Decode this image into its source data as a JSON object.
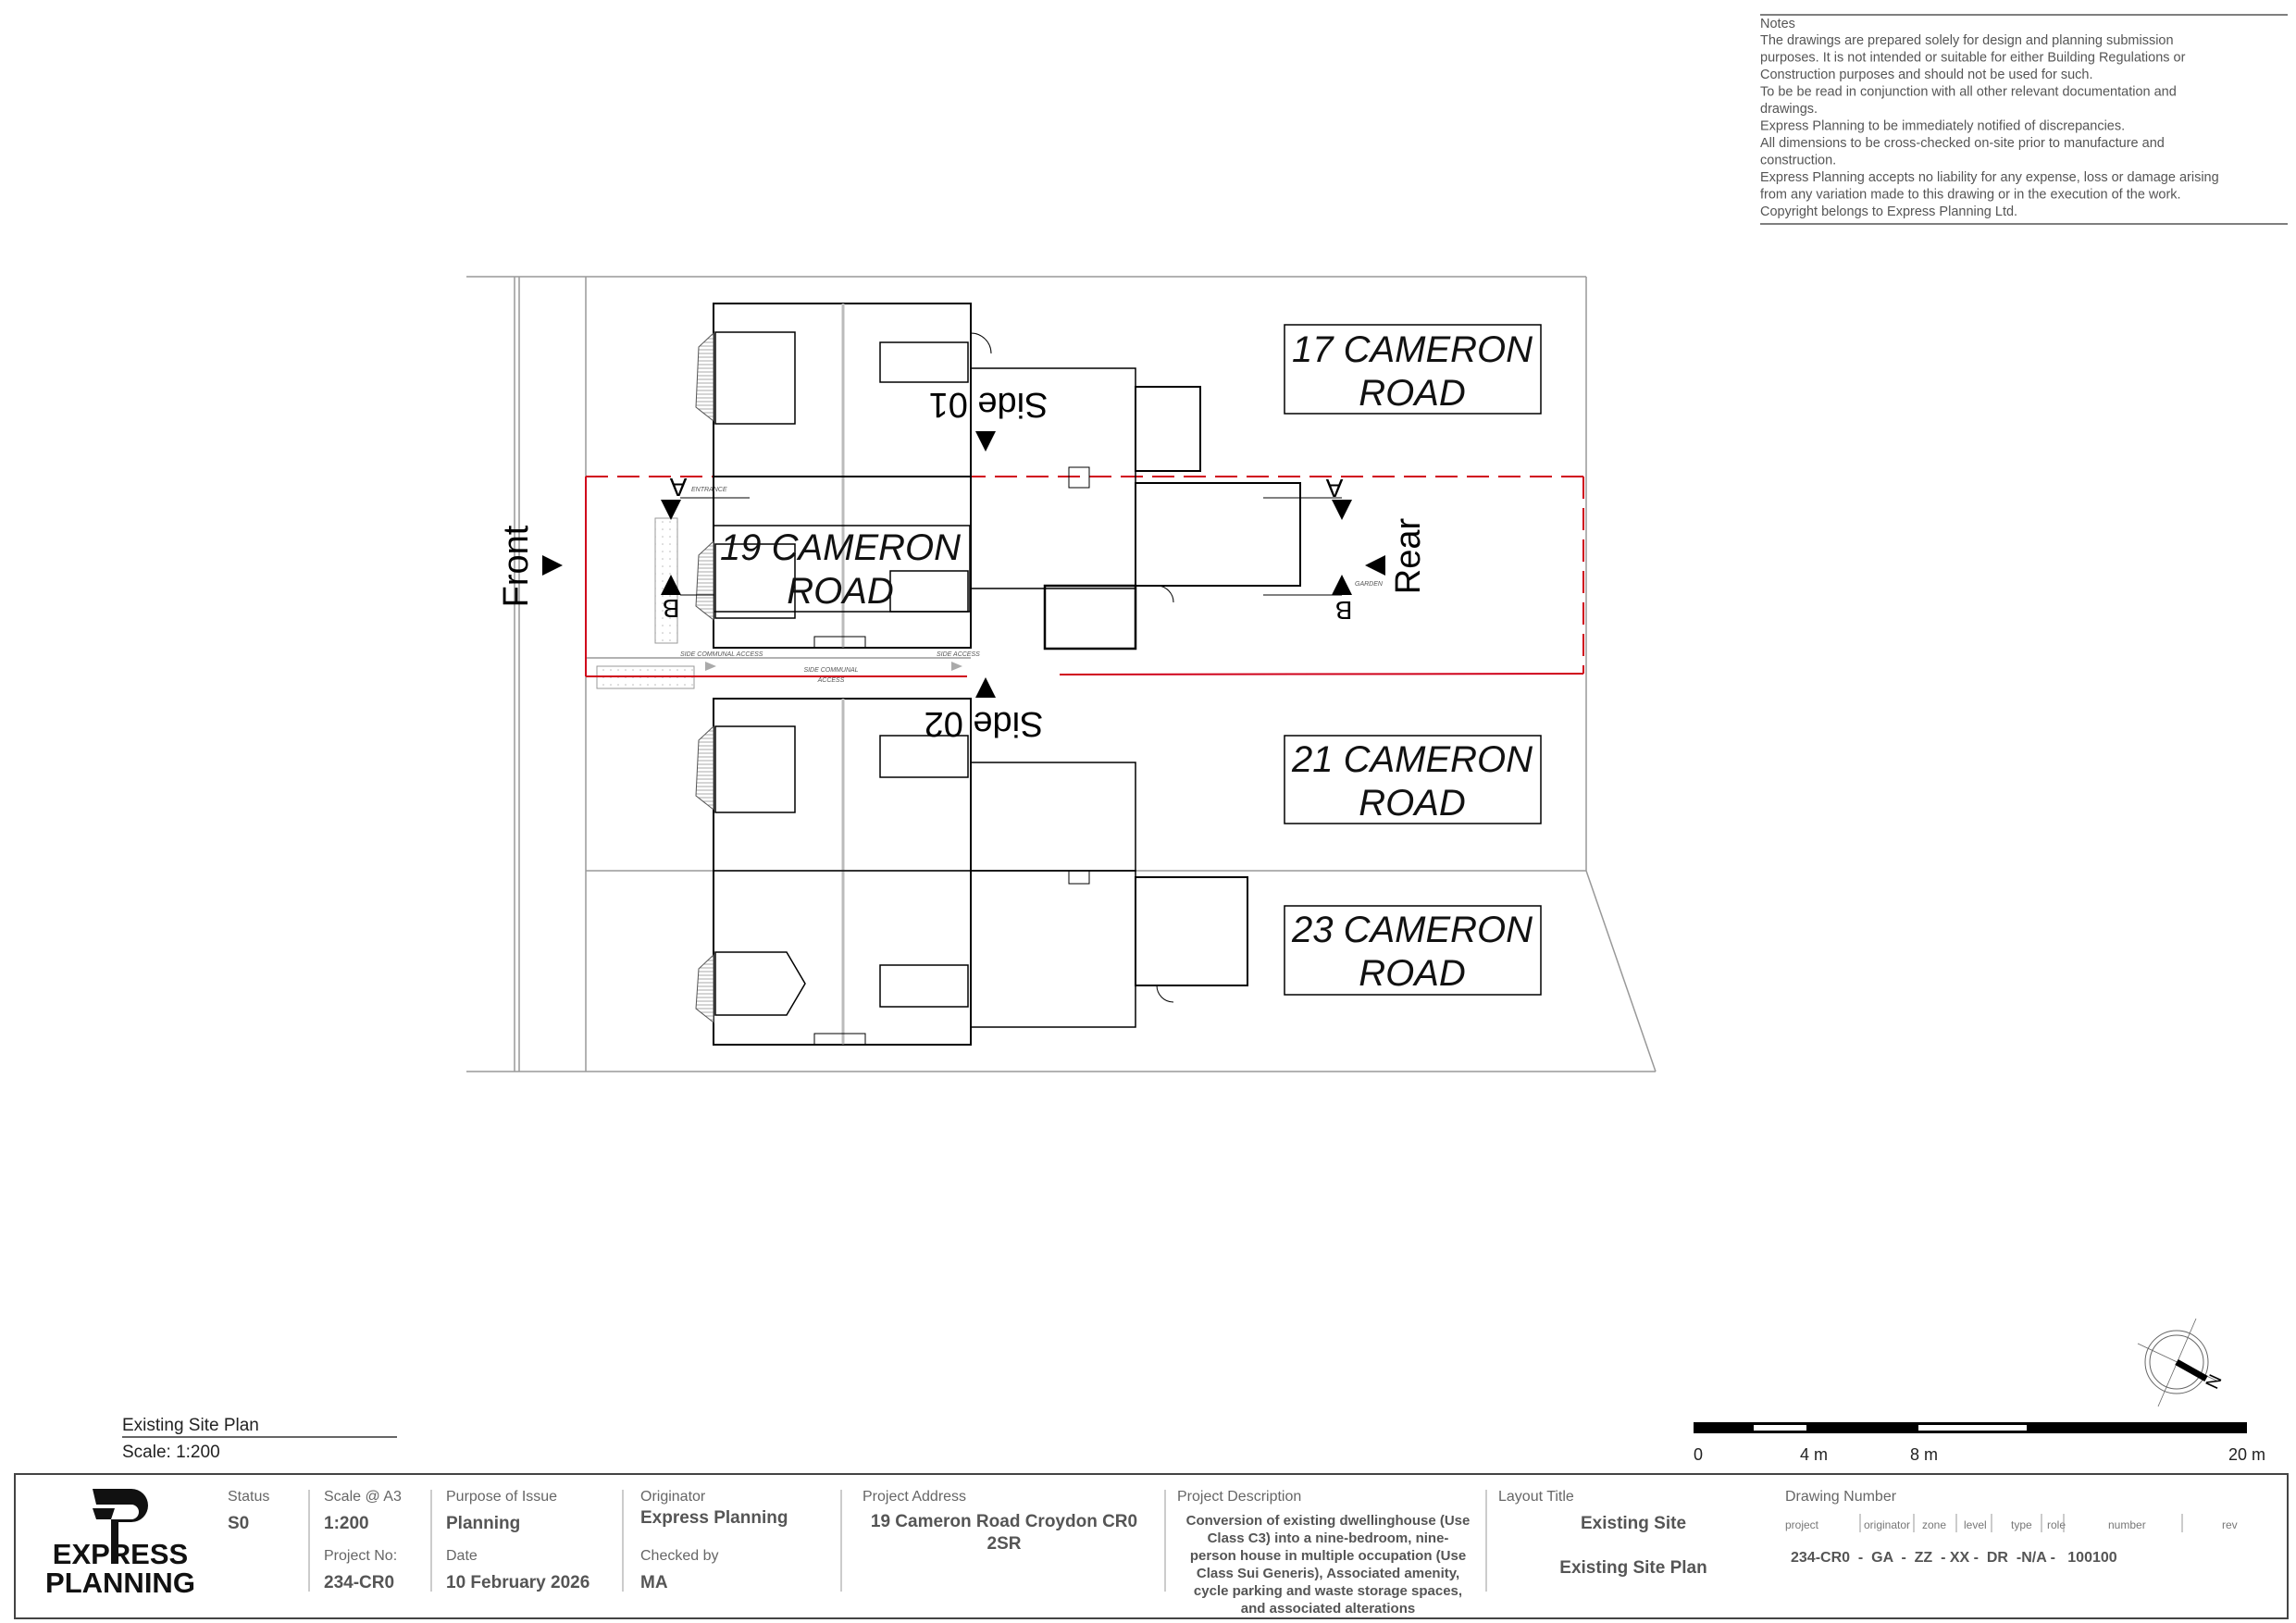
{
  "notes": {
    "heading": "Notes",
    "lines": [
      "The drawings are prepared solely for design and planning submission",
      "purposes. It is not intended or suitable for either Building Regulations or",
      "Construction purposes and should not be used for such.",
      "To be be read in conjunction with all other relevant documentation and",
      "drawings.",
      "Express Planning to be immediately notified of discrepancies.",
      "All dimensions to be cross-checked on-site prior to manufacture and",
      "construction.",
      "Express Planning accepts no liability for any expense, loss or damage arising",
      "from any variation made to this drawing or in the execution of the work.",
      "Copyright belongs to Express Planning Ltd."
    ]
  },
  "plan": {
    "properties": [
      {
        "line1": "17 CAMERON",
        "line2": "ROAD"
      },
      {
        "line1": "19 CAMERON",
        "line2": "ROAD"
      },
      {
        "line1": "21 CAMERON",
        "line2": "ROAD"
      },
      {
        "line1": "23 CAMERON",
        "line2": "ROAD"
      }
    ],
    "front": "Front",
    "rear": "Rear",
    "side01": "Side 01",
    "side02": "Side 02",
    "section_a": "A",
    "section_b": "B",
    "entrance": "ENTRANCE",
    "garden": "GARDEN",
    "side_communal_access": "SIDE COMMUNAL ACCESS",
    "side_access": "SIDE ACCESS",
    "side_communal_1": "SIDE COMMUNAL",
    "side_communal_2": "ACCESS",
    "boundary_color": "#d0021b"
  },
  "drawing_label": {
    "title": "Existing Site Plan",
    "scale": "Scale: 1:200"
  },
  "scale_bar": {
    "labels": [
      "0",
      "4 m",
      "8 m",
      "20 m"
    ],
    "north": "N"
  },
  "title_block": {
    "logo": {
      "line1": "EXPRESS",
      "line2": "PLANNING"
    },
    "status_label": "Status",
    "status": "S0",
    "scale_label": "Scale @ A3",
    "scale": "1:200",
    "project_no_label": "Project No:",
    "project_no": "234-CR0",
    "purpose_label": "Purpose of Issue",
    "purpose": "Planning",
    "date_label": "Date",
    "date": "10 February 2026",
    "originator_label": "Originator",
    "originator": "Express Planning",
    "checked_label": "Checked by",
    "checked": "MA",
    "address_label": "Project Address",
    "address_1": "19 Cameron Road Croydon CR0",
    "address_2": "2SR",
    "description_label": "Project Description",
    "description": [
      "Conversion of existing dwellinghouse (Use",
      "Class C3) into a nine-bedroom, nine-",
      "person house in multiple occupation (Use",
      "Class Sui Generis), Associated amenity,",
      "cycle parking and waste storage spaces,",
      "and associated alterations"
    ],
    "layout_label": "Layout Title",
    "layout_1": "Existing Site",
    "layout_2": "Existing Site Plan",
    "drawing_number_label": "Drawing Number",
    "dn_fields": [
      "project",
      "originator",
      "zone",
      "level",
      "type",
      "role",
      "number",
      "rev"
    ],
    "dn_value": "234-CR0  -  GA  -  ZZ  - XX -  DR  -N/A -   100100"
  }
}
